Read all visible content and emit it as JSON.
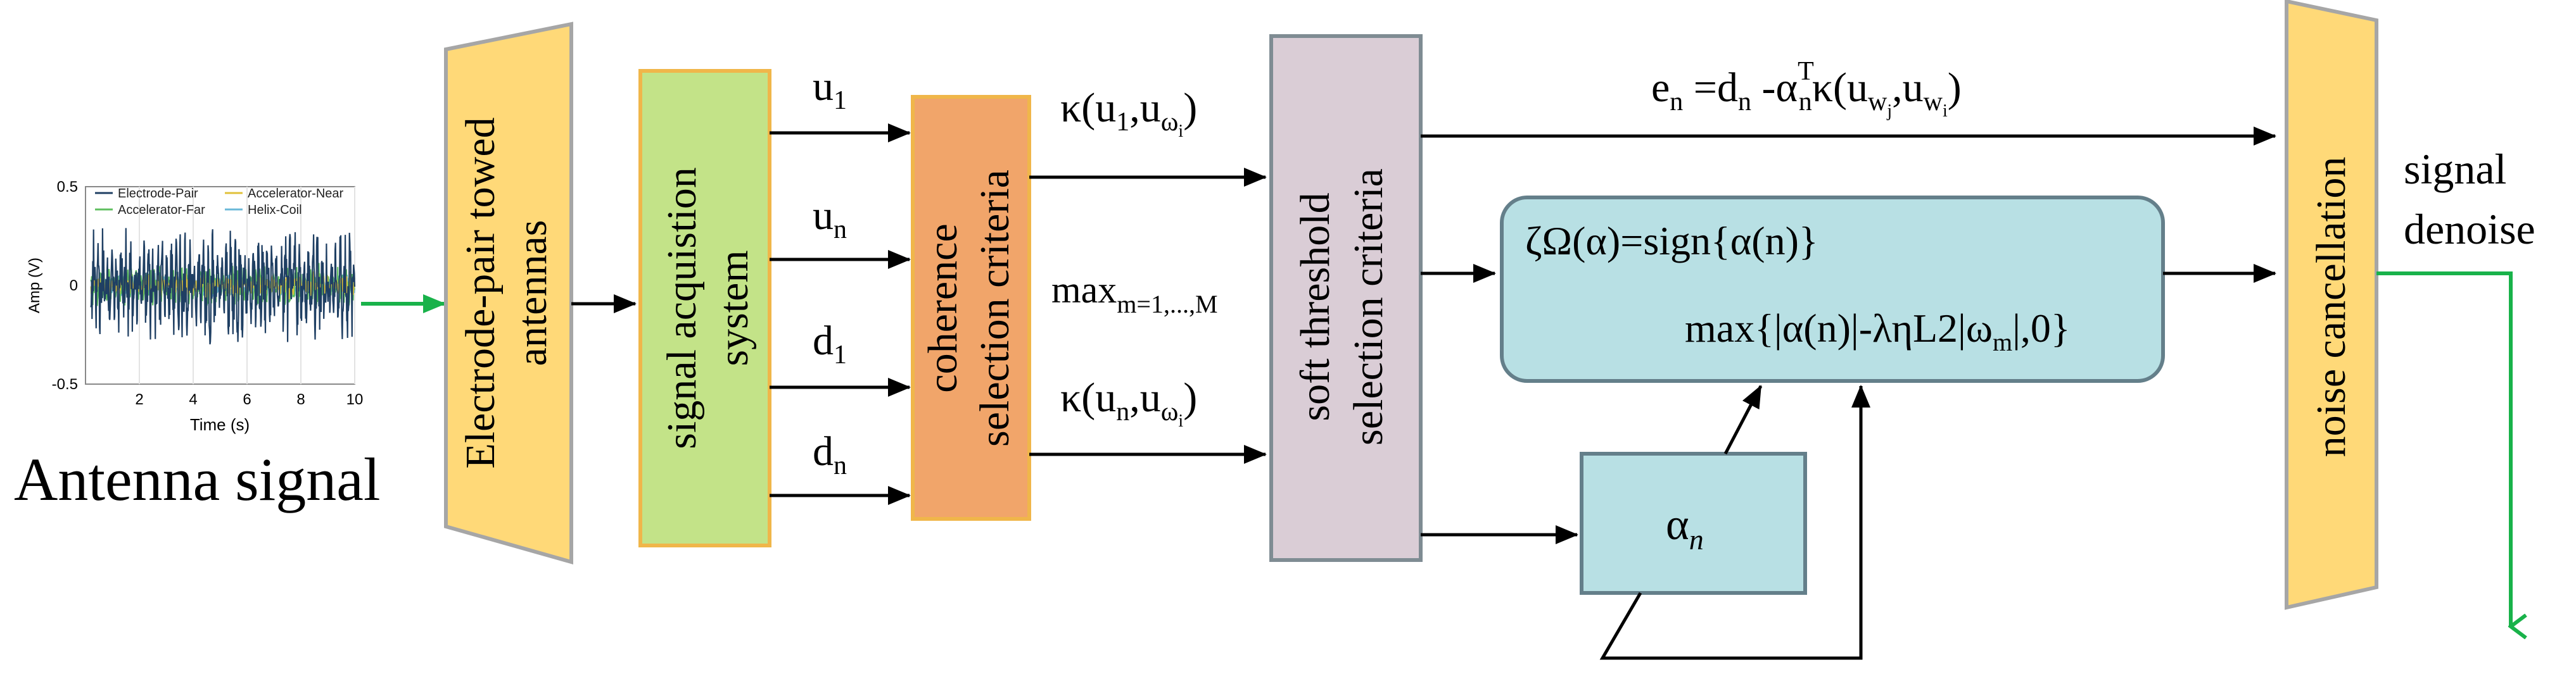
{
  "colors": {
    "trapezoid_fill": "#ffd978",
    "trapezoid_stroke": "#a6a6a6",
    "acquisition_fill": "#c3e388",
    "acquisition_stroke": "#f0b64a",
    "coherence_fill": "#f1a56a",
    "coherence_stroke": "#f0b64a",
    "soft_threshold_fill": "#dacdd6",
    "soft_threshold_stroke": "#7f8c93",
    "teal_fill": "#b8e0e4",
    "teal_stroke": "#647f8a",
    "green_arrow": "#19b24a"
  },
  "inset_chart": {
    "chart_data": {
      "type": "line",
      "xlabel": "Time (s)",
      "ylabel": "Amp (V)",
      "xlim": [
        0,
        10
      ],
      "ylim": [
        -0.5,
        0.5
      ],
      "x_ticks": [
        "2",
        "4",
        "6",
        "8",
        "10"
      ],
      "y_ticks": [
        "0.5",
        "0",
        "-0.5"
      ],
      "legend_placement": "top",
      "series": [
        {
          "name": "Electrode-Pair",
          "color": "#1f3f63",
          "amplitude": 0.25
        },
        {
          "name": "Accelerator-Near",
          "color": "#e0c13a",
          "amplitude": 0.06
        },
        {
          "name": "Accelerator-Far",
          "color": "#5fbf5f",
          "amplitude": 0.09
        },
        {
          "name": "Helix-Coil",
          "color": "#6ab8d8",
          "amplitude": 0.05
        }
      ]
    }
  },
  "labels": {
    "antenna_signal": "Antenna signal",
    "electrode_antennas_line1": "Electrode-pair towed",
    "electrode_antennas_line2": "antennas",
    "acquisition_line1": "signal acquistion",
    "acquisition_line2": "system",
    "coherence_line1": "coherence",
    "coherence_line2": "selection criteria",
    "soft_threshold_line1": "soft threshold",
    "soft_threshold_line2": "selection criteria",
    "noise_cancellation": "noise cancellation",
    "signal_denoise_line1": "signal",
    "signal_denoise_line2": "denoise"
  },
  "signals": {
    "u1": {
      "base": "u",
      "sub": "1"
    },
    "un": {
      "base": "u",
      "sub": "n"
    },
    "d1": {
      "base": "d",
      "sub": "1"
    },
    "dn": {
      "base": "d",
      "sub": "n"
    }
  },
  "formulas": {
    "kappa_top": {
      "prefix": "κ(u",
      "sub1": "1",
      "mid": ",u",
      "sub2": "ω",
      "sub2b": "i",
      "suffix": ")"
    },
    "kappa_bottom": {
      "prefix": "κ(u",
      "sub1": "n",
      "mid": ",u",
      "sub2": "ω",
      "sub2b": "i",
      "suffix": ")"
    },
    "max_m": {
      "base": "max",
      "sub": "m=1,...,M"
    },
    "error": {
      "e": "e",
      "esub": "n",
      "eq": " =d",
      "dsub": "n",
      "minus": " -α",
      "asup": "T",
      "asub": "n",
      "k": "κ(u",
      "w1": "w",
      "w1s": "j",
      "comma": ",u",
      "w2": "w",
      "w2s": "i",
      "close": ")"
    },
    "zeta_line": "ζΩ(α)=sign{α(n)}",
    "max_line": {
      "open": "max{|α(n)|-ληL2|ω",
      "sub": "m",
      "close": "|,0}"
    },
    "alpha_n": {
      "base": "α",
      "sub": "n"
    }
  }
}
